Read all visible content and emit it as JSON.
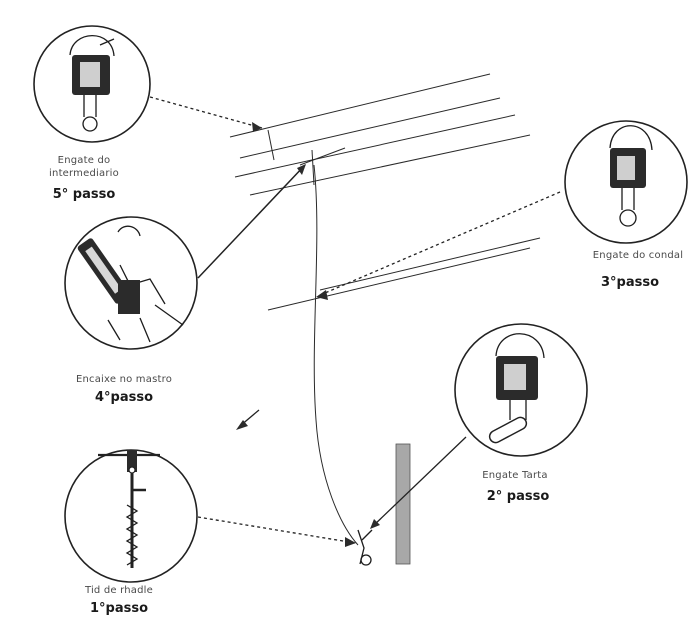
{
  "steps": [
    {
      "id": "step-1",
      "caption": "Tid de rhadle",
      "step_label": "1°passo"
    },
    {
      "id": "step-2",
      "caption": "Engate  Tarta",
      "step_label": "2° passo"
    },
    {
      "id": "step-3",
      "caption": "Engate do condal",
      "step_label": "3°passo"
    },
    {
      "id": "step-4",
      "caption": "Encaixe no mastro",
      "step_label": "4°passo"
    },
    {
      "id": "step-5",
      "caption_line1": "Engate do",
      "caption_line2": "intermediario",
      "step_label": "5° passo"
    }
  ],
  "colors": {
    "ink": "#1d1d1d",
    "pole": "#a8a8a8",
    "frame": "#222222"
  },
  "icons": [
    "line-clamp-tool-icon",
    "tensioner-tool-icon",
    "hot-stick-rod-icon",
    "direction-arrow-icon"
  ]
}
